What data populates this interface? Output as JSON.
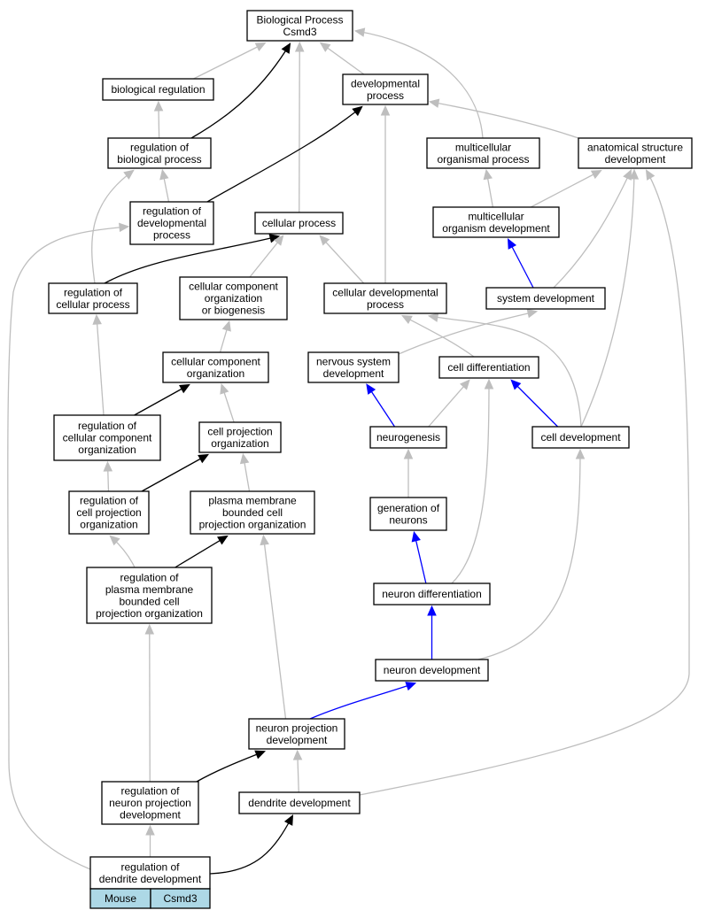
{
  "graph": {
    "root": "Biological Process\nCsmd3",
    "edge_colors": {
      "gray": "#bebebe",
      "black": "#000000",
      "blue": "#0000ff"
    },
    "legend": {
      "species": "Mouse",
      "gene": "Csmd3",
      "fill": "#add8e6"
    },
    "nodes": [
      {
        "id": "root",
        "label": "Biological Process\nCsmd3"
      },
      {
        "id": "bio_reg",
        "label": "biological regulation"
      },
      {
        "id": "dev_proc",
        "label": "developmental\nprocess"
      },
      {
        "id": "reg_bio_proc",
        "label": "regulation of\nbiological process"
      },
      {
        "id": "multi_org_proc",
        "label": "multicellular\norganismal process"
      },
      {
        "id": "anat_dev",
        "label": "anatomical structure\ndevelopment"
      },
      {
        "id": "reg_dev_proc",
        "label": "regulation of\ndevelopmental\nprocess"
      },
      {
        "id": "cell_proc",
        "label": "cellular process"
      },
      {
        "id": "multi_org_dev",
        "label": "multicellular\norganism development"
      },
      {
        "id": "reg_cell_proc",
        "label": "regulation of\ncellular process"
      },
      {
        "id": "ccob",
        "label": "cellular component\norganization\nor biogenesis"
      },
      {
        "id": "cell_dev_proc",
        "label": "cellular developmental\nprocess"
      },
      {
        "id": "sys_dev",
        "label": "system development"
      },
      {
        "id": "cco",
        "label": "cellular component\norganization"
      },
      {
        "id": "ns_dev",
        "label": "nervous system\ndevelopment"
      },
      {
        "id": "cell_diff",
        "label": "cell differentiation"
      },
      {
        "id": "reg_cco",
        "label": "regulation of\ncellular component\norganization"
      },
      {
        "id": "cpo",
        "label": "cell projection\norganization"
      },
      {
        "id": "neurogenesis",
        "label": "neurogenesis"
      },
      {
        "id": "cell_development",
        "label": "cell development"
      },
      {
        "id": "reg_cpo",
        "label": "regulation of\ncell projection\norganization"
      },
      {
        "id": "pmbcpo",
        "label": "plasma membrane\nbounded cell\nprojection organization"
      },
      {
        "id": "gen_neurons",
        "label": "generation of\nneurons"
      },
      {
        "id": "reg_pmbcpo",
        "label": "regulation of\nplasma membrane\nbounded cell\nprojection organization"
      },
      {
        "id": "neuron_diff",
        "label": "neuron differentiation"
      },
      {
        "id": "neuron_dev",
        "label": "neuron development"
      },
      {
        "id": "npd",
        "label": "neuron projection\ndevelopment"
      },
      {
        "id": "reg_npd",
        "label": "regulation of\nneuron projection\ndevelopment"
      },
      {
        "id": "dendrite_dev",
        "label": "dendrite development"
      },
      {
        "id": "reg_dendrite_dev",
        "label": "regulation of\ndendrite development"
      }
    ],
    "edges": [
      {
        "from": "bio_reg",
        "to": "root",
        "color": "gray"
      },
      {
        "from": "reg_bio_proc",
        "to": "root",
        "color": "black"
      },
      {
        "from": "cell_proc",
        "to": "root",
        "color": "gray"
      },
      {
        "from": "dev_proc",
        "to": "root",
        "color": "gray"
      },
      {
        "from": "multi_org_proc",
        "to": "root",
        "color": "gray"
      },
      {
        "from": "reg_bio_proc",
        "to": "bio_reg",
        "color": "gray"
      },
      {
        "from": "reg_dev_proc",
        "to": "dev_proc",
        "color": "black"
      },
      {
        "from": "cell_dev_proc",
        "to": "dev_proc",
        "color": "gray"
      },
      {
        "from": "anat_dev",
        "to": "dev_proc",
        "color": "gray"
      },
      {
        "from": "reg_dev_proc",
        "to": "reg_bio_proc",
        "color": "gray"
      },
      {
        "from": "reg_cell_proc",
        "to": "reg_bio_proc",
        "color": "gray"
      },
      {
        "from": "multi_org_dev",
        "to": "multi_org_proc",
        "color": "gray"
      },
      {
        "from": "multi_org_dev",
        "to": "anat_dev",
        "color": "gray"
      },
      {
        "from": "sys_dev",
        "to": "anat_dev",
        "color": "gray"
      },
      {
        "from": "cell_development",
        "to": "anat_dev",
        "color": "gray"
      },
      {
        "from": "dendrite_dev",
        "to": "anat_dev",
        "color": "gray"
      },
      {
        "from": "reg_cell_proc",
        "to": "cell_proc",
        "color": "black"
      },
      {
        "from": "ccob",
        "to": "cell_proc",
        "color": "gray"
      },
      {
        "from": "cell_dev_proc",
        "to": "cell_proc",
        "color": "gray"
      },
      {
        "from": "sys_dev",
        "to": "multi_org_dev",
        "color": "blue"
      },
      {
        "from": "reg_cco",
        "to": "reg_cell_proc",
        "color": "gray"
      },
      {
        "from": "cco",
        "to": "ccob",
        "color": "gray"
      },
      {
        "from": "cell_diff",
        "to": "cell_dev_proc",
        "color": "gray"
      },
      {
        "from": "cell_development",
        "to": "cell_dev_proc",
        "color": "gray"
      },
      {
        "from": "ns_dev",
        "to": "sys_dev",
        "color": "gray"
      },
      {
        "from": "reg_cco",
        "to": "cco",
        "color": "black"
      },
      {
        "from": "cpo",
        "to": "cco",
        "color": "gray"
      },
      {
        "from": "neurogenesis",
        "to": "ns_dev",
        "color": "blue"
      },
      {
        "from": "neurogenesis",
        "to": "cell_diff",
        "color": "gray"
      },
      {
        "from": "cell_development",
        "to": "cell_diff",
        "color": "blue"
      },
      {
        "from": "neuron_diff",
        "to": "cell_diff",
        "color": "gray"
      },
      {
        "from": "reg_cpo",
        "to": "reg_cco",
        "color": "gray"
      },
      {
        "from": "reg_cpo",
        "to": "cpo",
        "color": "black"
      },
      {
        "from": "pmbcpo",
        "to": "cpo",
        "color": "gray"
      },
      {
        "from": "gen_neurons",
        "to": "neurogenesis",
        "color": "gray"
      },
      {
        "from": "neuron_dev",
        "to": "cell_development",
        "color": "gray"
      },
      {
        "from": "reg_pmbcpo",
        "to": "reg_cpo",
        "color": "gray"
      },
      {
        "from": "reg_pmbcpo",
        "to": "pmbcpo",
        "color": "black"
      },
      {
        "from": "npd",
        "to": "pmbcpo",
        "color": "gray"
      },
      {
        "from": "neuron_diff",
        "to": "gen_neurons",
        "color": "blue"
      },
      {
        "from": "reg_npd",
        "to": "reg_pmbcpo",
        "color": "gray"
      },
      {
        "from": "neuron_dev",
        "to": "neuron_diff",
        "color": "blue"
      },
      {
        "from": "npd",
        "to": "neuron_dev",
        "color": "blue"
      },
      {
        "from": "reg_npd",
        "to": "npd",
        "color": "black"
      },
      {
        "from": "dendrite_dev",
        "to": "npd",
        "color": "gray"
      },
      {
        "from": "reg_dendrite_dev",
        "to": "reg_npd",
        "color": "gray"
      },
      {
        "from": "reg_dendrite_dev",
        "to": "dendrite_dev",
        "color": "black"
      },
      {
        "from": "reg_dendrite_dev",
        "to": "reg_dev_proc",
        "color": "gray"
      }
    ]
  }
}
